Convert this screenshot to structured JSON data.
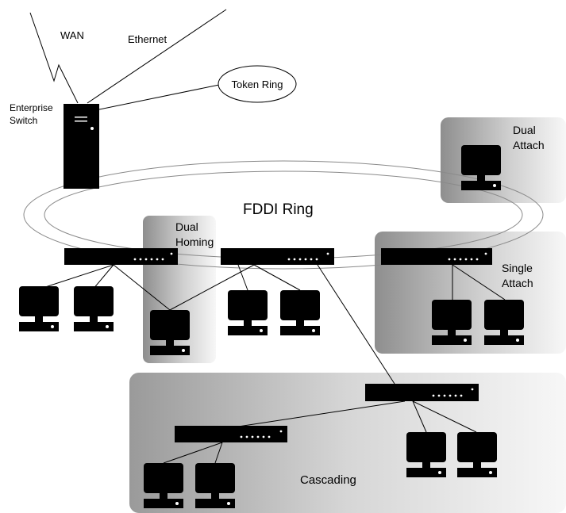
{
  "labels": {
    "wan": "WAN",
    "ethernet": "Ethernet",
    "token_ring": "Token Ring",
    "enterprise_switch_line1": "Enterprise",
    "enterprise_switch_line2": "Switch",
    "fddi_ring": "FDDI Ring",
    "dual_attach_line1": "Dual",
    "dual_attach_line2": "Attach",
    "dual_homing_line1": "Dual",
    "dual_homing_line2": "Homing",
    "single_attach_line1": "Single",
    "single_attach_line2": "Attach",
    "cascading": "Cascading"
  }
}
